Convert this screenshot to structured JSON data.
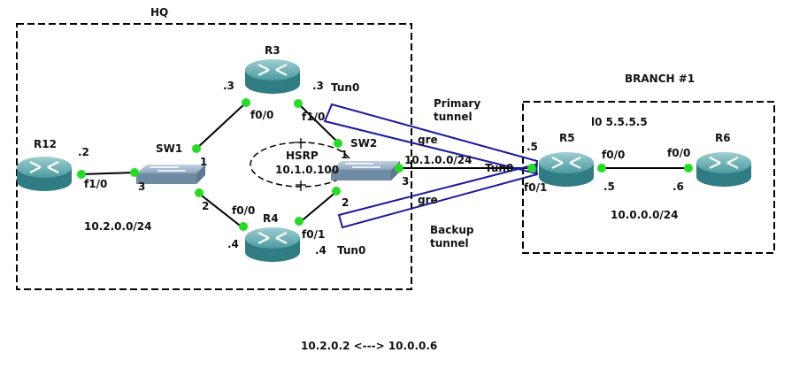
{
  "zones": {
    "hq": "HQ",
    "branch": "BRANCH #1"
  },
  "devices": {
    "r12": "R12",
    "sw1": "SW1",
    "r3": "R3",
    "r4": "R4",
    "sw2": "SW2",
    "r5": "R5",
    "r6": "R6"
  },
  "labels": {
    "r12_ip": ".2",
    "r12_if": "f1/0",
    "sw1_p1": "1",
    "sw1_p2": "2",
    "sw1_p3": "3",
    "r3_ip_left": ".3",
    "r3_ip_right": ".3",
    "r3_tun": "Tun0",
    "r3_f00": "f0/0",
    "r3_f10": "f1/0",
    "r4_f00": "f0/0",
    "r4_f01": "f0/1",
    "r4_ip_left": ".4",
    "r4_ip_right": ".4",
    "r4_tun": "Tun0",
    "sw2_p1": "1",
    "sw2_p2": "2",
    "sw2_p3": "3",
    "hsrp_title": "HSRP",
    "hsrp_ip": "10.1.0.100",
    "hq_subnet": "10.2.0.0/24",
    "transit_subnet": "10.1.0.0/24",
    "primary_tunnel": [
      "Primary",
      "tunnel"
    ],
    "backup_tunnel": [
      "Backup",
      "tunnel"
    ],
    "gre_primary": "gre",
    "gre_backup": "gre",
    "r5_tun": "Tun0",
    "r5_ip_left": ".5",
    "r5_f01": "f0/1",
    "r5_f00": "f0/0",
    "r5_ip_right": ".5",
    "r5_loopback": "l0 5.5.5.5",
    "r6_f00": "f0/0",
    "r6_ip": ".6",
    "branch_subnet": "10.0.0.0/24"
  },
  "caption": "10.2.0.2 <---> 10.0.0.6",
  "colors": {
    "link_up": "#22dd22",
    "tunnel": "#1a1aa0",
    "router": "#3a8f95",
    "switch": "#8aa3bb"
  }
}
